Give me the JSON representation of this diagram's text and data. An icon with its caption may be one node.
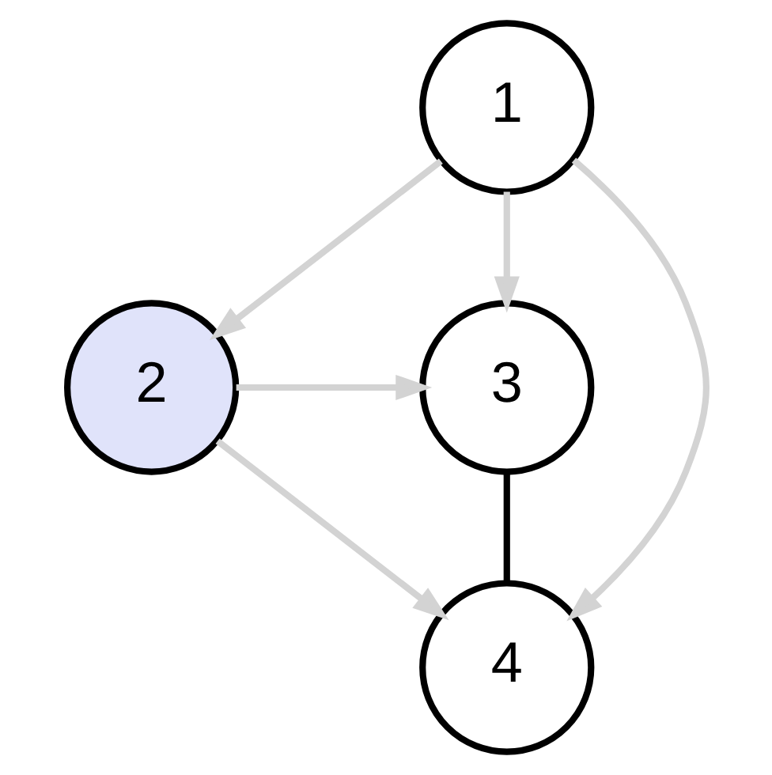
{
  "diagram": {
    "nodes": [
      {
        "text": [
          "1"
        ]
      },
      {
        "text": [
          "2"
        ]
      },
      {
        "text": [
          "3"
        ]
      },
      {
        "text": [
          "4"
        ]
      }
    ],
    "edges": [
      {
        "from": 0,
        "to": 1,
        "arrow": "to"
      },
      {
        "from": 0,
        "to": 2,
        "arrow": "to"
      },
      {
        "from": 0,
        "to": 3,
        "arrow": "to"
      },
      {
        "from": 1,
        "to": 2,
        "arrow": "to"
      },
      {
        "from": 1,
        "to": 3,
        "arrow": "to"
      },
      {
        "from": 2,
        "to": 3,
        "arrow": "none",
        "color": "#000000"
      }
    ]
  }
}
